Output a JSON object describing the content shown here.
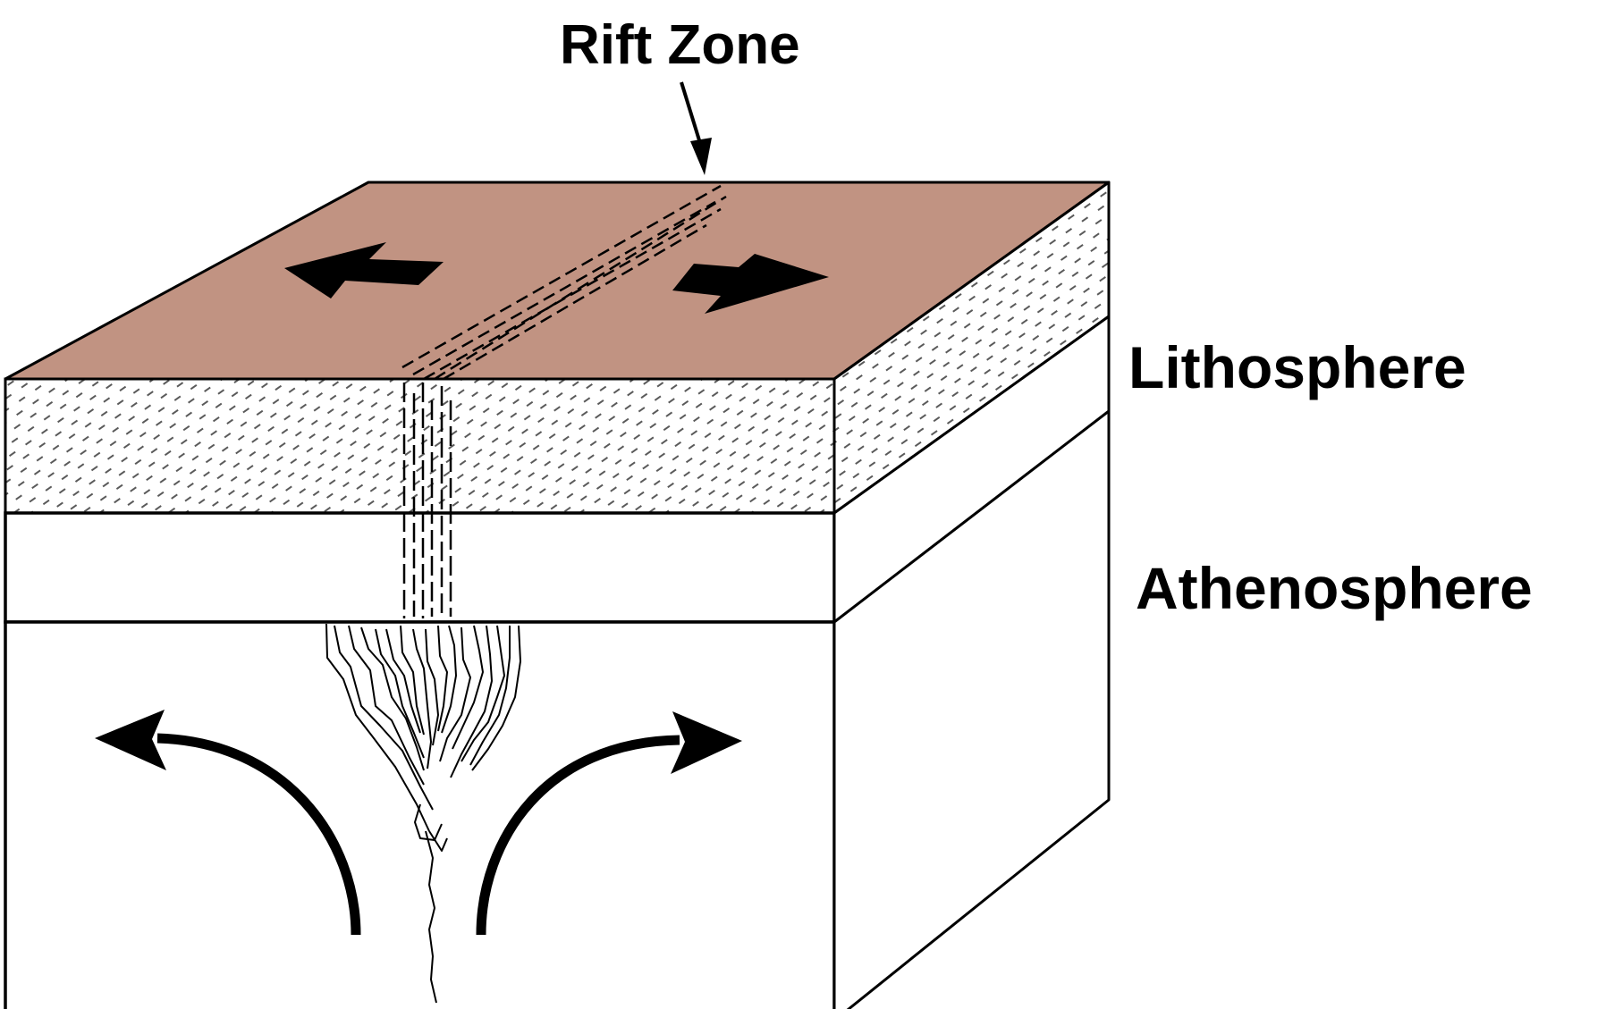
{
  "labels": {
    "rift_zone": "Rift Zone",
    "lithosphere": "Lithosphere",
    "asthenosphere": "Athenosphere"
  },
  "colors": {
    "top_surface": "#c19382",
    "outline": "#000000",
    "lithosphere_pattern": "#555555",
    "background": "#ffffff"
  },
  "icons": {
    "top_left_arrow": "plate-motion-left-arrow",
    "top_right_arrow": "plate-motion-right-arrow",
    "convection_left": "convection-left-arrow",
    "convection_right": "convection-right-arrow",
    "rift_pointer": "rift-pointer-arrow"
  }
}
